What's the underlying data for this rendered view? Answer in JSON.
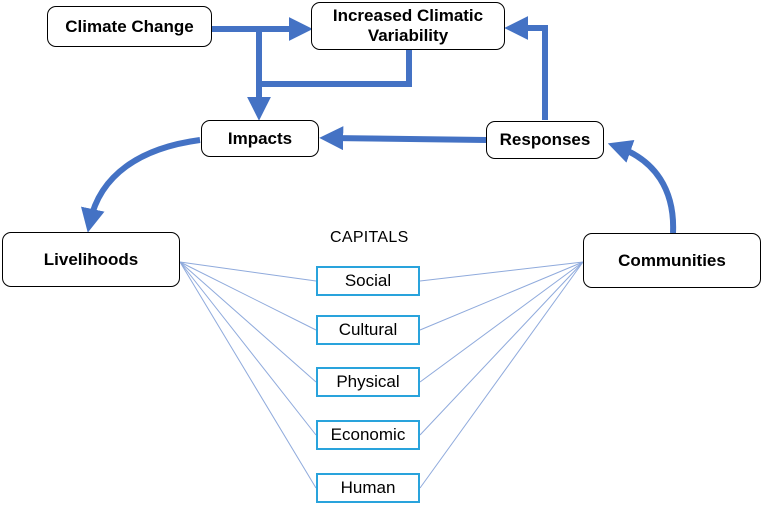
{
  "nodes": {
    "climate_change": "Climate Change",
    "increased_variability": "Increased Climatic Variability",
    "impacts": "Impacts",
    "responses": "Responses",
    "livelihoods": "Livelihoods",
    "communities": "Communities"
  },
  "capitals": {
    "title": "CAPITALS",
    "items": [
      "Social",
      "Cultural",
      "Physical",
      "Economic",
      "Human"
    ]
  },
  "colors": {
    "arrow": "#4472c4",
    "thin_line": "#8faadc",
    "capital_border": "#29a3dc"
  }
}
